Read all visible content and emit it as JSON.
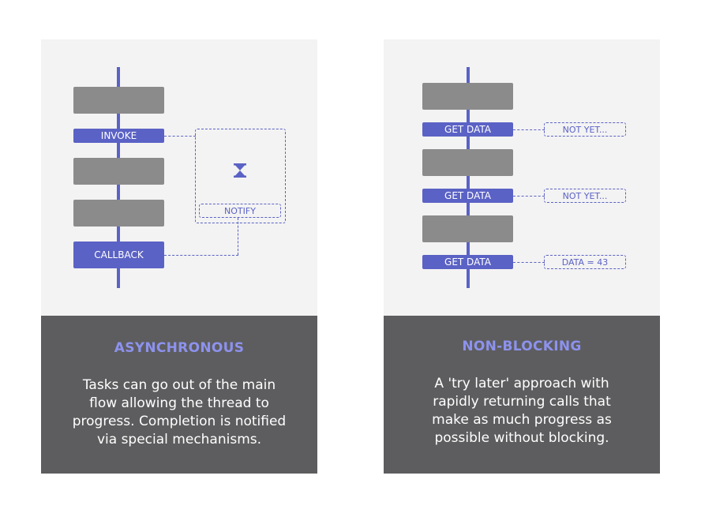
{
  "asynchronous": {
    "title": "ASYNCHRONOUS",
    "description": "Tasks can go out of the main\nflow allowing the thread to\nprogress. Completion is notified\nvia special mechanisms.",
    "invoke_label": "INVOKE",
    "notify_label": "NOTIFY",
    "callback_label": "CALLBACK",
    "wait_icon": "hourglass-icon"
  },
  "non_blocking": {
    "title": "NON-BLOCKING",
    "description": "A 'try later' approach with\nrapidly returning calls that\nmake as much progress as\npossible without blocking.",
    "calls": [
      {
        "label": "GET DATA",
        "response": "NOT YET..."
      },
      {
        "label": "GET DATA",
        "response": "NOT YET..."
      },
      {
        "label": "GET DATA",
        "response": "DATA = 43"
      }
    ]
  },
  "colors": {
    "accent": "#5b62c5",
    "title_accent": "#8d92ee",
    "task_block": "#8b8b8b",
    "diagram_bg": "#f3f3f3",
    "caption_bg": "#5d5d5f"
  }
}
